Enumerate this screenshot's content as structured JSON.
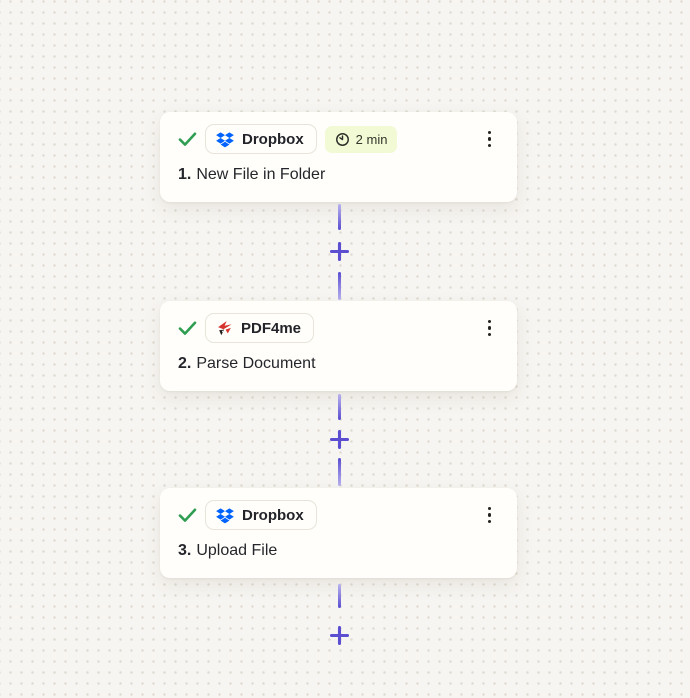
{
  "canvas": {
    "background_color": "#f7f5f1",
    "dot_color": "#e0dbd2",
    "accent_purple": "#5b4ed1",
    "check_green": "#2f9e52",
    "dropbox_blue": "#0062ff",
    "pdf4me_red": "#d6322e",
    "badge_bg": "#f2f9d5",
    "card_bg": "#fffefa"
  },
  "steps": [
    {
      "index_label": "1.",
      "title": "New File in Folder",
      "app_name": "Dropbox",
      "app_icon": "dropbox-icon",
      "status_icon": "check-icon",
      "duration_badge": "2 min",
      "menu_icon": "kebab-menu-icon"
    },
    {
      "index_label": "2.",
      "title": "Parse Document",
      "app_name": "PDF4me",
      "app_icon": "pdf4me-icon",
      "status_icon": "check-icon",
      "menu_icon": "kebab-menu-icon"
    },
    {
      "index_label": "3.",
      "title": "Upload File",
      "app_name": "Dropbox",
      "app_icon": "dropbox-icon",
      "status_icon": "check-icon",
      "menu_icon": "kebab-menu-icon"
    }
  ],
  "connectors": {
    "add_step_icon": "plus-icon"
  }
}
